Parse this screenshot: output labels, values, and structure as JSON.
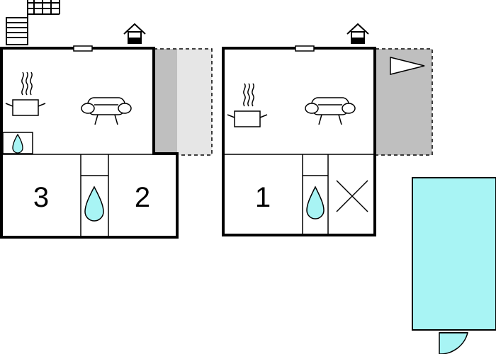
{
  "colors": {
    "wall": "#000000",
    "floor": "#ffffff",
    "terrace_dark": "#bfbfbf",
    "terrace_light": "#e6e6e6",
    "water": "#a8f4f4",
    "pool": "#a8f4f4"
  },
  "icons": [
    "stairs-icon",
    "entrance-icon",
    "kitchen-pot-icon",
    "sofa-icon",
    "water-drop-icon",
    "terrace-flag-icon",
    "pool-door-icon"
  ],
  "unit_a": {
    "bedroom_left": "3",
    "bedroom_right": "2"
  },
  "unit_b": {
    "bedroom": "1"
  }
}
